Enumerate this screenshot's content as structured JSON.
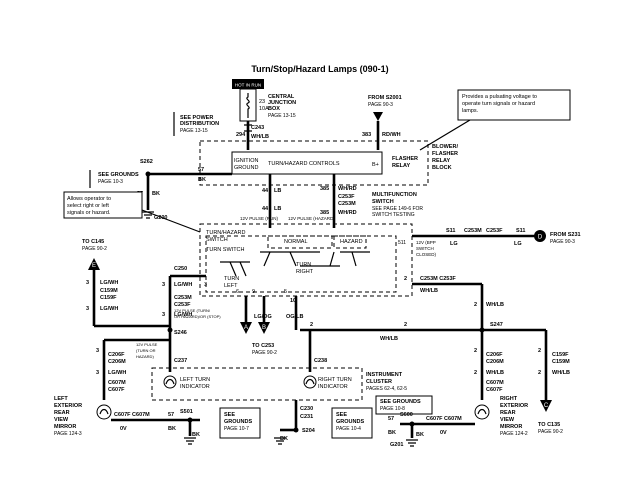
{
  "title": "Turn/Stop/Hazard Lamps (090-1)",
  "fuse": {
    "hot_label": "HOT IN RUN",
    "number": "23",
    "rating": "10A",
    "connector": "C243",
    "wire": "WH/LB",
    "pin": "294"
  },
  "central_junction": {
    "line1": "CENTRAL",
    "line2": "JUNCTION",
    "line3": "BOX",
    "page": "PAGE 13-15"
  },
  "power_dist": {
    "line1": "SEE POWER",
    "line2": "DISTRIBUTION",
    "page": "PAGE 13-15"
  },
  "from_s2001": {
    "label": "FROM S2001",
    "page": "PAGE 90-3"
  },
  "flasher": {
    "label1": "FLASHER",
    "label2": "RELAY",
    "ign": "IGNITION",
    "ground": "GROUND",
    "controls": "TURN/HAZARD CONTROLS",
    "wire": "RD/WH",
    "pin": "383",
    "bplus": "B+"
  },
  "blower_block": {
    "line1": "BLOWER/",
    "line2": "FLASHER",
    "line3": "RELAY",
    "line4": "BLOCK"
  },
  "callout_pulsing": {
    "line1": "Provides a pulsating voltage to",
    "line2": "operate turn signals or hazard",
    "line3": "lamps."
  },
  "see_grounds_left": {
    "line1": "SEE GROUNDS",
    "page": "PAGE 10-3"
  },
  "s262": "S262",
  "g200": "G200",
  "bk": "BK",
  "v57": "57",
  "v0": "0V",
  "v44": "44",
  "v385": "385",
  "lb": "LB",
  "wh_rd": "WH/RD",
  "c253f": "C253F",
  "c253m": "C253M",
  "mfs": {
    "line1": "MULTIFUNCTION",
    "line2": "SWITCH",
    "line3": "SEE PAGE 149-6 FOR",
    "line4": "SWITCH TESTING"
  },
  "pulse_tl": "12V PULSE (RUN)",
  "pulse_haz": "12V PULSE (HAZARD)",
  "callout_select": {
    "line1": "Allows operator to",
    "line2": "select right or left",
    "line3": "signals or hazard."
  },
  "turn_hazard_switch": {
    "line1": "TURN/HAZARD",
    "line2": "SWITCH",
    "turn_switch": "TURN SWITCH",
    "normal": "NORMAL",
    "hazard": "HAZARD",
    "turn_left": "TURN",
    "turn_left2": "LEFT",
    "turn_right": "TURN",
    "turn_right2": "RIGHT"
  },
  "to_c145": {
    "label": "TO C145",
    "page": "PAGE 90-2"
  },
  "c250": "C250",
  "c159m": "C159M",
  "c159f": "C159F",
  "lg_wh": "LG/WH",
  "lg_og": "LG/OG",
  "og_lb": "OG/LB",
  "s246": "S246",
  "s247": "S247",
  "wh_lb2": "WH/LB",
  "from_s231": {
    "label": "FROM S231",
    "page": "PAGE 90-3"
  },
  "s511": "S11",
  "lg": "LG",
  "v511": "511",
  "c253m_c253f": "C253M  C253F",
  "switch_closed": {
    "line1": "12V (BPP",
    "line2": "SWITCH",
    "line3": "CLOSED)"
  },
  "to_c253": {
    "label": "TO C253",
    "page": "PAGE 90-2"
  },
  "v2": "2",
  "v3": "3",
  "v5": "5",
  "v6": "6",
  "v9": "9",
  "v10": "10",
  "pulse_left": {
    "line1": "12V PULSE (TURN/",
    "line2": "OR HAZARD)/OR (STOP)"
  },
  "pulse_left2": {
    "line1": "12V PULSE",
    "line2": "(TURN OR",
    "line3": "HAZARD)"
  },
  "c237": "C237",
  "c238": "C238",
  "c206f": "C206F",
  "c206m": "C206M",
  "c607m": "C607M",
  "c607f": "C607F",
  "left_turn": {
    "line1": "LEFT TURN",
    "line2": "INDICATOR"
  },
  "right_turn": {
    "line1": "RIGHT TURN",
    "line2": "INDICATOR"
  },
  "cluster": {
    "line1": "INSTRUMENT",
    "line2": "CLUSTER",
    "line3": "PAGES 62-4, 62-5"
  },
  "left_mirror": {
    "line1": "LEFT",
    "line2": "EXTERIOR",
    "line3": "REAR",
    "line4": "VIEW",
    "line5": "MIRROR",
    "page": "PAGE 124-3"
  },
  "right_mirror": {
    "line1": "RIGHT",
    "line2": "EXTERIOR",
    "line3": "REAR",
    "line4": "VIEW",
    "line5": "MIRROR",
    "page": "PAGE 124-2"
  },
  "c607f_c607m": "C607F  C607M",
  "s501": "S501",
  "s204": "S204",
  "s600": "S600",
  "g201": "G201",
  "see_grounds_107": {
    "line1": "SEE",
    "line2": "GROUNDS",
    "page": "PAGE 10-7"
  },
  "see_grounds_104": {
    "line1": "SEE",
    "line2": "GROUNDS",
    "page": "PAGE 10-4"
  },
  "see_grounds_108": {
    "line1": "SEE GROUNDS",
    "page": "PAGE 10-8"
  },
  "c230": "C230",
  "c231": "C231",
  "to_c135": {
    "label": "TO C135",
    "page": "PAGE 90-2"
  },
  "arrow_a": "A",
  "arrow_b": "B",
  "arrow_c": "C",
  "arrow_d": "D",
  "arrow_e": "E"
}
